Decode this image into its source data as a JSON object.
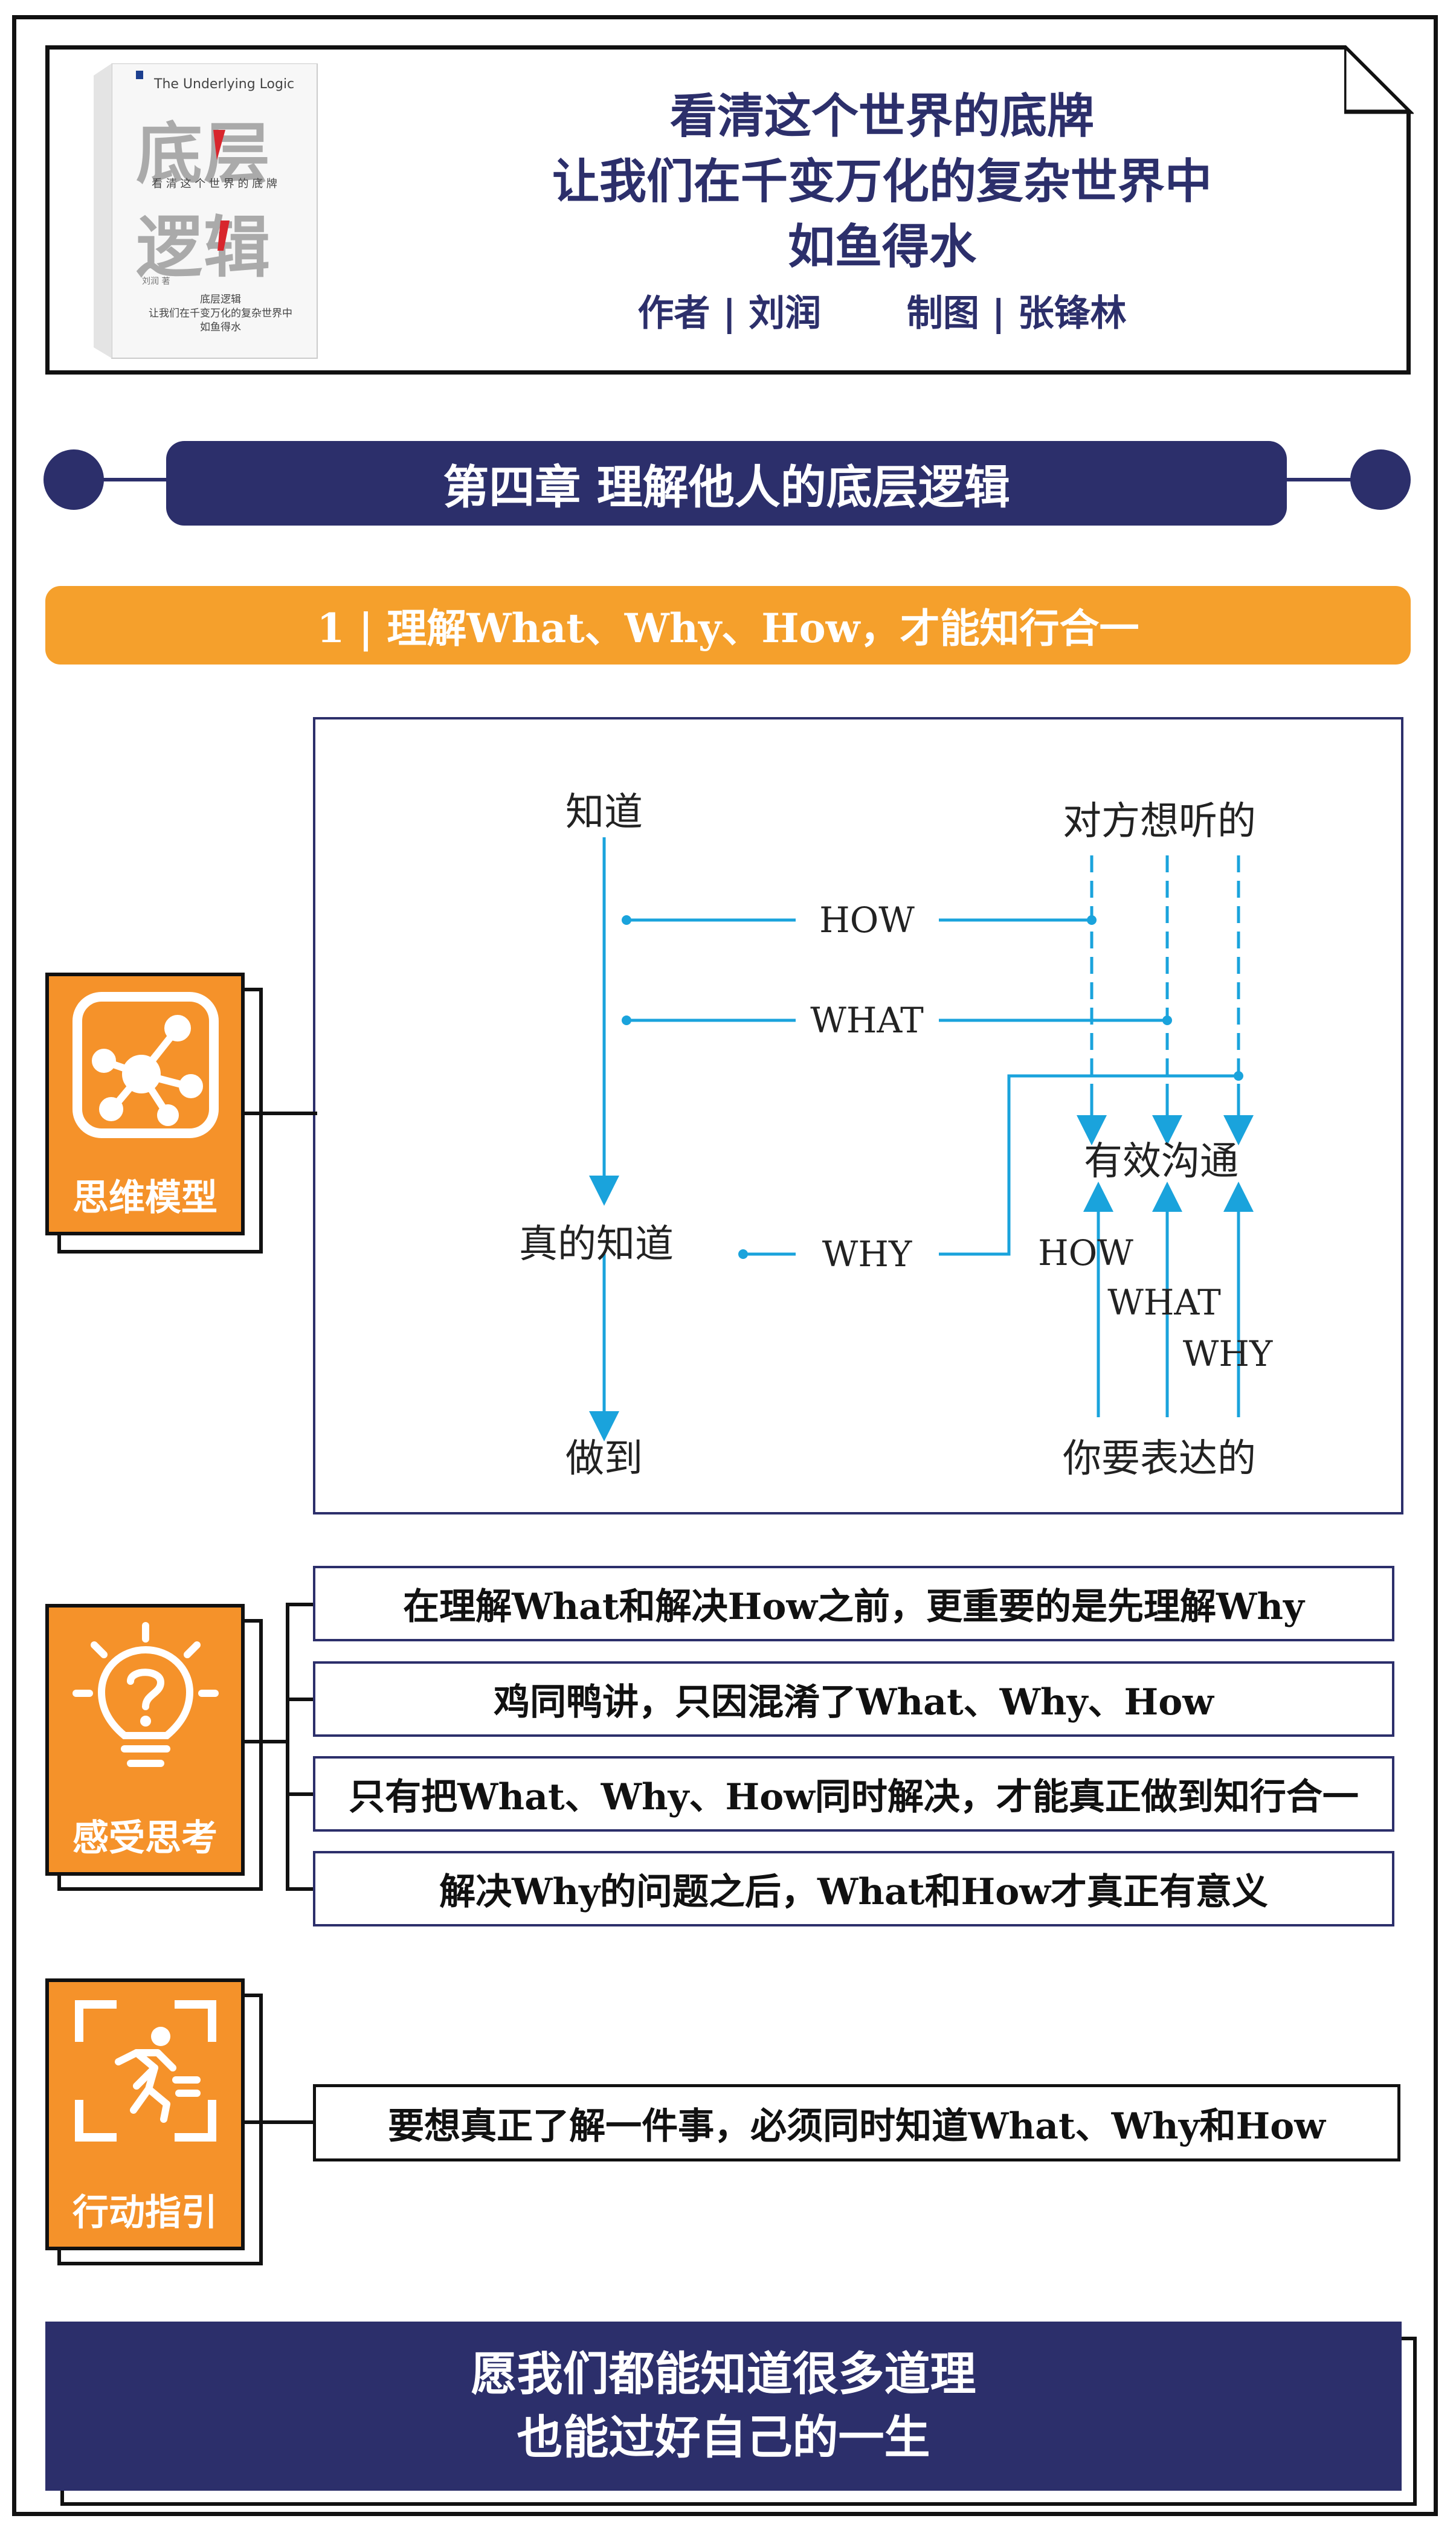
{
  "header": {
    "subtitle_line1": "看清这个世界的底牌",
    "subtitle_line2": "让我们在千变万化的复杂世界中",
    "subtitle_line3": "如鱼得水",
    "author": "作者 | 刘润",
    "illustrator": "制图 | 张锋林"
  },
  "book_cover": {
    "title_en": "The Underlying Logic",
    "title_cn_top": "底层",
    "title_cn_bottom": "逻辑",
    "tagline": "看 清 这 个 世 界 的 底 牌",
    "author": "刘润 著",
    "blurb_1": "底层逻辑",
    "blurb_2": "让我们在千变万化的复杂世界中",
    "blurb_3": "如鱼得水",
    "accent_color": "#d8262d"
  },
  "chapter": {
    "title": "第四章 理解他人的底层逻辑"
  },
  "section": {
    "title": "1 | 理解What、Why、How，才能知行合一"
  },
  "diagram": {
    "know": "知道",
    "truly_know": "真的知道",
    "do": "做到",
    "listener": "对方想听的",
    "effective": "有效沟通",
    "speaker": "你要表达的",
    "how": "HOW",
    "what": "WHAT",
    "why": "WHY",
    "line_color": "#1aa3dc"
  },
  "badges": {
    "model": "思维模型",
    "thinking": "感受思考",
    "action": "行动指引"
  },
  "thoughts": [
    "在理解What和解决How之前，更重要的是先理解Why",
    "鸡同鸭讲，只因混淆了What、Why、How",
    "只有把What、Why、How同时解决，才能真正做到知行合一",
    "解决Why的问题之后，What和How才真正有意义"
  ],
  "action": "要想真正了解一件事，必须同时知道What、Why和How",
  "footer": {
    "line1": "愿我们都能知道很多道理",
    "line2": "也能过好自己的一生"
  },
  "colors": {
    "navy": "#2c2f6b",
    "orange": "#f5a02c",
    "badge_orange": "#f5922a"
  }
}
